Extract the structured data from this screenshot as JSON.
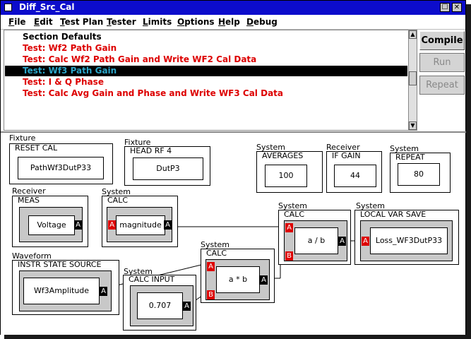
{
  "window": {
    "title": "Diff_Src_Cal",
    "buttons": [
      "☐",
      "✕"
    ]
  },
  "menu": [
    {
      "label": "File",
      "key": "F",
      "rest": "ile"
    },
    {
      "label": "Edit",
      "key": "E",
      "rest": "dit"
    },
    {
      "label": "Test Plan",
      "key": "T",
      "rest": "est Plan"
    },
    {
      "label": "Tester",
      "key": "T",
      "rest": "ester"
    },
    {
      "label": "Limits",
      "key": "L",
      "rest": "imits"
    },
    {
      "label": "Options",
      "key": "O",
      "rest": "ptions"
    },
    {
      "label": "Help",
      "key": "H",
      "rest": "elp"
    },
    {
      "label": "Debug",
      "key": "D",
      "rest": "ebug"
    }
  ],
  "test_list": [
    {
      "text": "Section Defaults",
      "style": "normal"
    },
    {
      "text": "Test: Wf2 Path Gain",
      "style": "red"
    },
    {
      "text": "Test: Calc Wf2 Path Gain and Write WF2 Cal Data",
      "style": "red"
    },
    {
      "text": "Test: Wf3 Path Gain",
      "style": "sel"
    },
    {
      "text": "Test: I & Q Phase",
      "style": "red"
    },
    {
      "text": "Test: Calc Avg Gain and Phase and Write WF3 Cal Data",
      "style": "red"
    }
  ],
  "side_buttons": [
    {
      "label": "Compile",
      "state": "enabled"
    },
    {
      "label": "Run",
      "state": "disabled"
    },
    {
      "label": "Repeat",
      "state": "disabled"
    }
  ],
  "blocks": {
    "reset_cal": {
      "category": "Fixture",
      "title": "RESET CAL",
      "value": "PathWf3DutP33"
    },
    "head_rf": {
      "category": "Fixture",
      "title": "HEAD RF 4",
      "value": "DutP3"
    },
    "averages": {
      "category": "System",
      "title": "AVERAGES",
      "value": "100"
    },
    "if_gain": {
      "category": "Receiver",
      "title": "IF GAIN",
      "value": "44"
    },
    "repeat": {
      "category": "System",
      "title": "REPEAT",
      "value": "80"
    },
    "meas": {
      "category": "Receiver",
      "title": "MEAS",
      "value": "Voltage"
    },
    "calc_mag": {
      "category": "System",
      "title": "CALC",
      "value": "magnitude"
    },
    "calc_div": {
      "category": "System",
      "title": "CALC",
      "value": "a / b"
    },
    "local_var": {
      "category": "System",
      "title": "LOCAL VAR SAVE",
      "value": "Loss_WF3DutP33"
    },
    "instr_state": {
      "category": "Waveform",
      "title": "INSTR STATE SOURCE",
      "value": "Wf3Amplitude"
    },
    "calc_mul": {
      "category": "System",
      "title": "CALC",
      "value": "a * b"
    },
    "calc_input": {
      "category": "System",
      "title": "CALC INPUT",
      "value": "0.707"
    }
  },
  "ports": {
    "a": "A",
    "b": "B"
  },
  "colors": {
    "title_bar": "#0c0ccc",
    "selected_text": "#2aa5c8",
    "test_text": "#dd0000",
    "port_in": "#dd0000"
  }
}
